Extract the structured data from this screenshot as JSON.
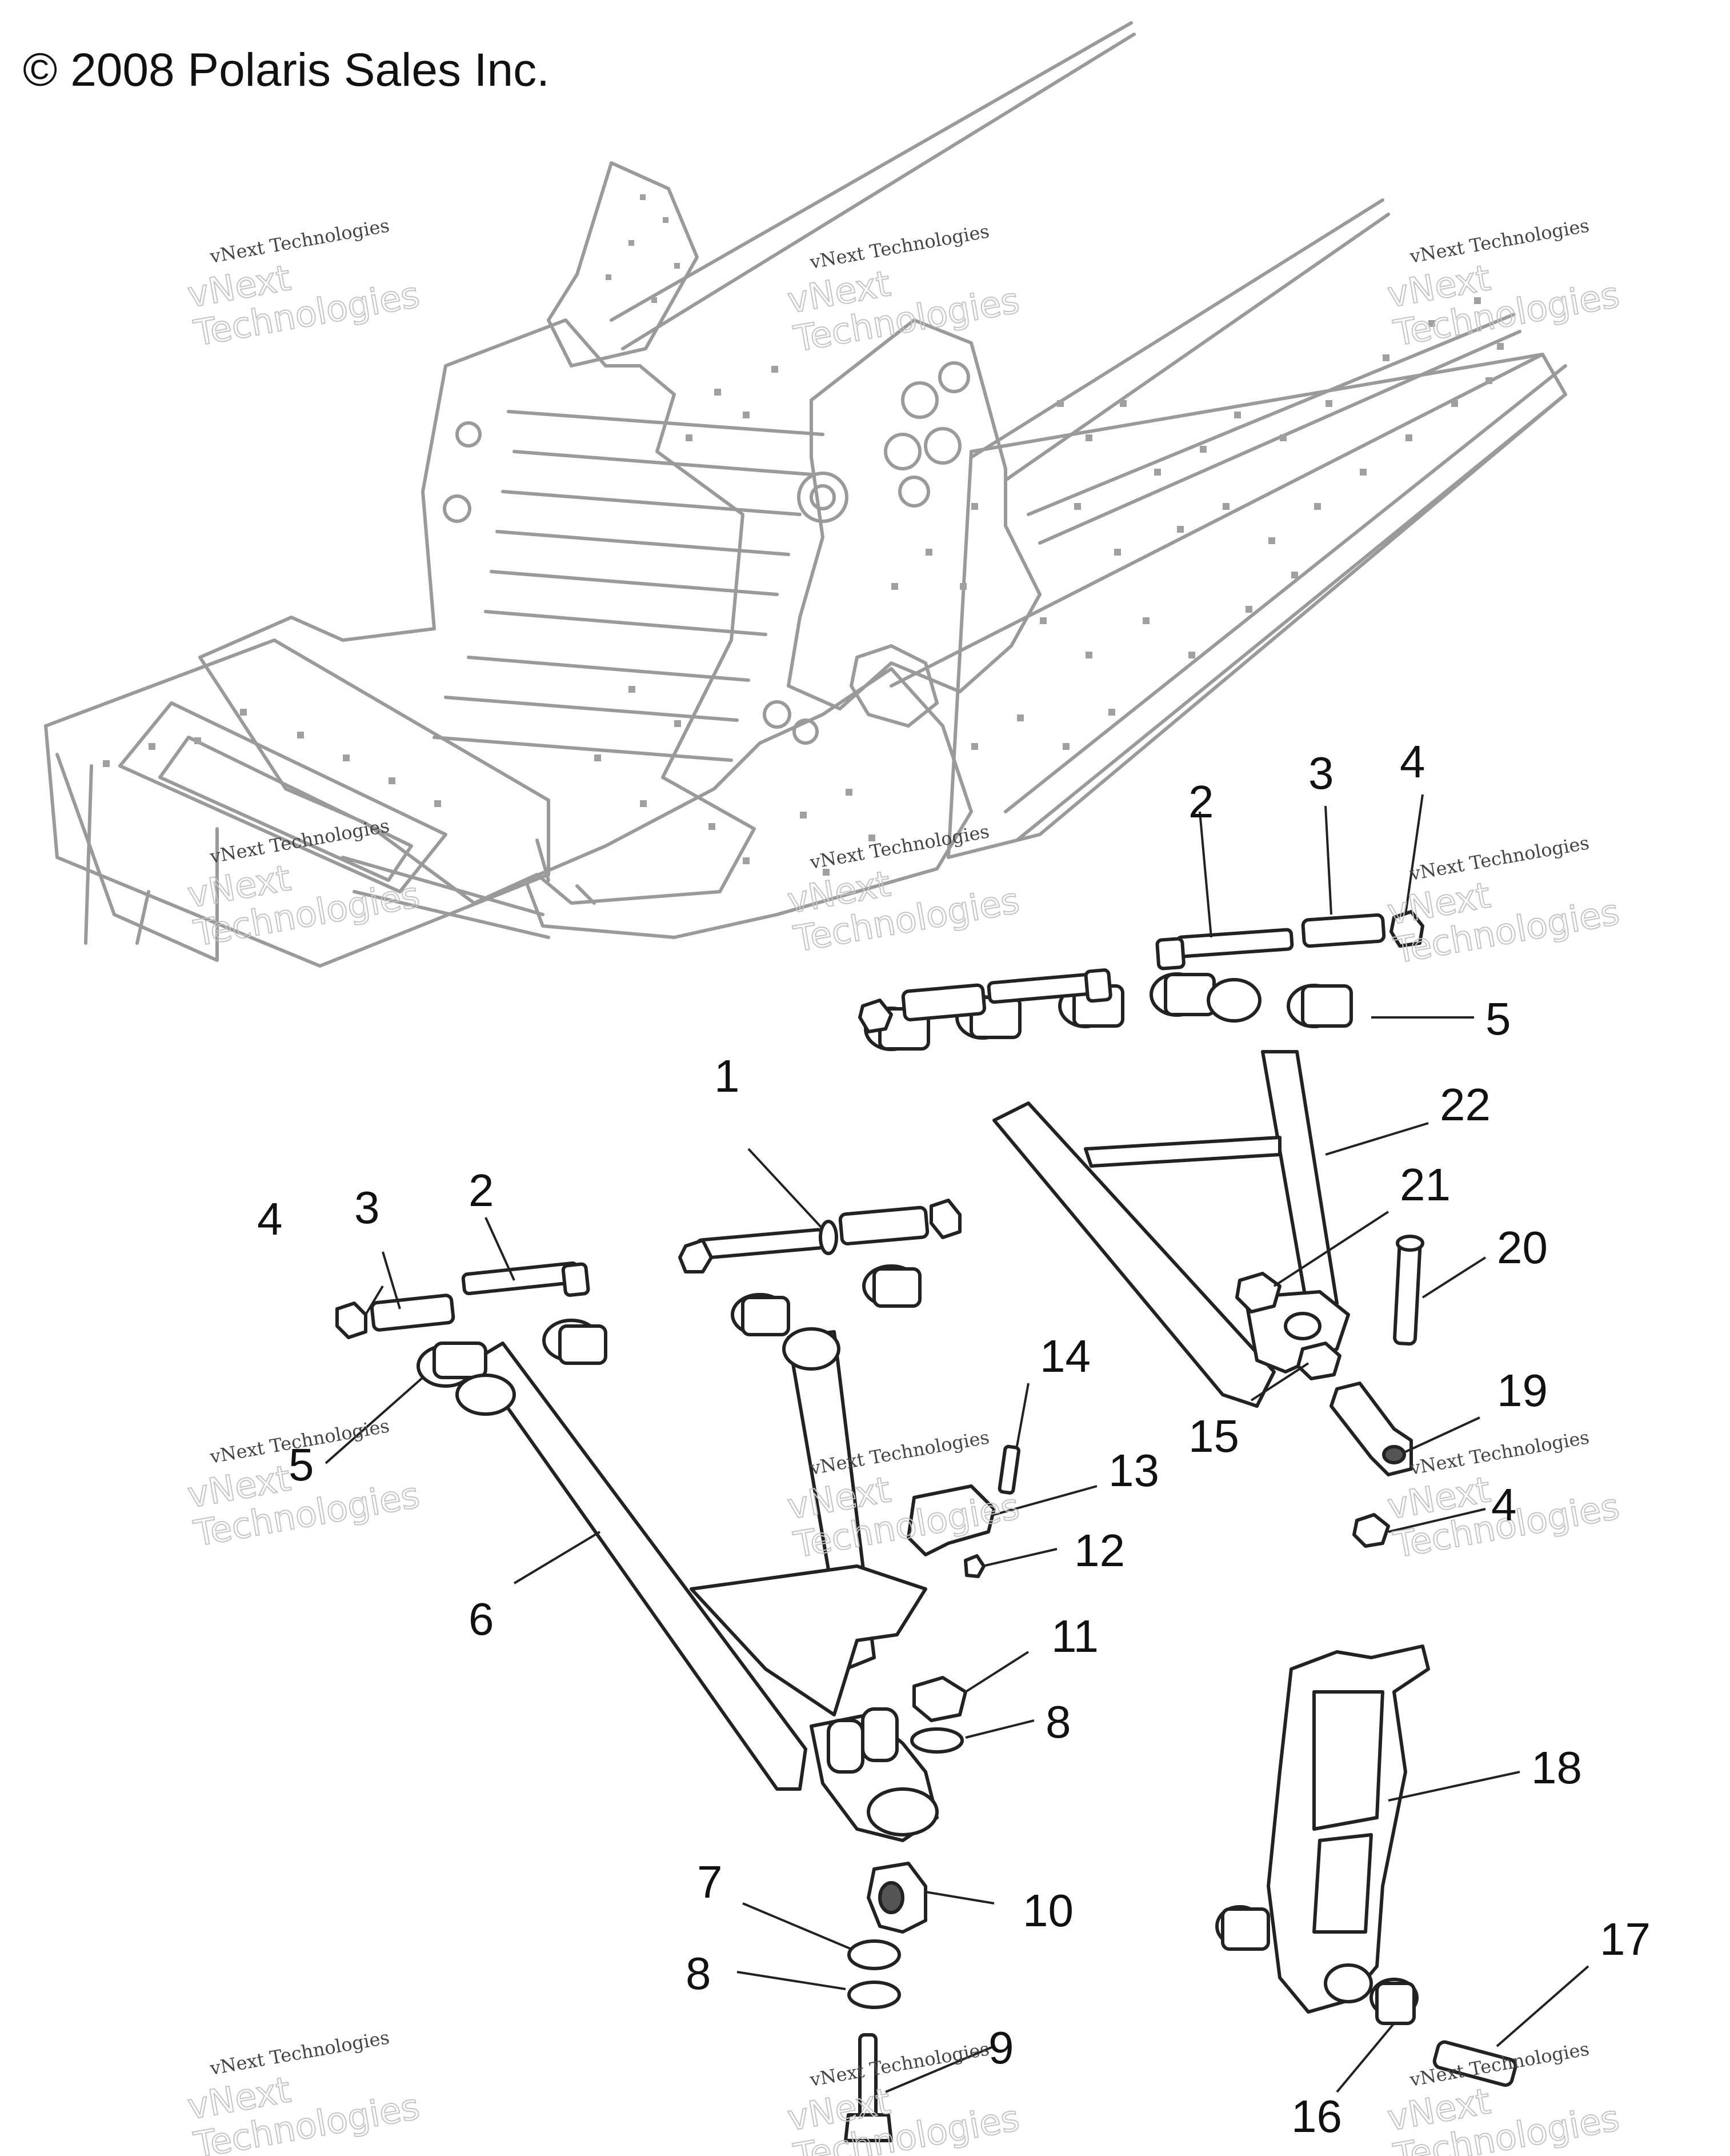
{
  "copyright": "© 2008 Polaris Sales Inc.",
  "watermark": {
    "line1": "vNext Technologies",
    "line2": "vNext\nTechnologies"
  },
  "callouts": [
    {
      "id": "c1",
      "label": "1"
    },
    {
      "id": "c2a",
      "label": "2"
    },
    {
      "id": "c2b",
      "label": "2"
    },
    {
      "id": "c3a",
      "label": "3"
    },
    {
      "id": "c3b",
      "label": "3"
    },
    {
      "id": "c4a",
      "label": "4"
    },
    {
      "id": "c4b",
      "label": "4"
    },
    {
      "id": "c4c",
      "label": "4"
    },
    {
      "id": "c5a",
      "label": "5"
    },
    {
      "id": "c5b",
      "label": "5"
    },
    {
      "id": "c6",
      "label": "6"
    },
    {
      "id": "c7",
      "label": "7"
    },
    {
      "id": "c8a",
      "label": "8"
    },
    {
      "id": "c8b",
      "label": "8"
    },
    {
      "id": "c9",
      "label": "9"
    },
    {
      "id": "c10",
      "label": "10"
    },
    {
      "id": "c11",
      "label": "11"
    },
    {
      "id": "c12",
      "label": "12"
    },
    {
      "id": "c13",
      "label": "13"
    },
    {
      "id": "c14",
      "label": "14"
    },
    {
      "id": "c15",
      "label": "15"
    },
    {
      "id": "c16",
      "label": "16"
    },
    {
      "id": "c17",
      "label": "17"
    },
    {
      "id": "c18",
      "label": "18"
    },
    {
      "id": "c19",
      "label": "19"
    },
    {
      "id": "c20",
      "label": "20"
    },
    {
      "id": "c21",
      "label": "21"
    },
    {
      "id": "c22",
      "label": "22"
    }
  ]
}
